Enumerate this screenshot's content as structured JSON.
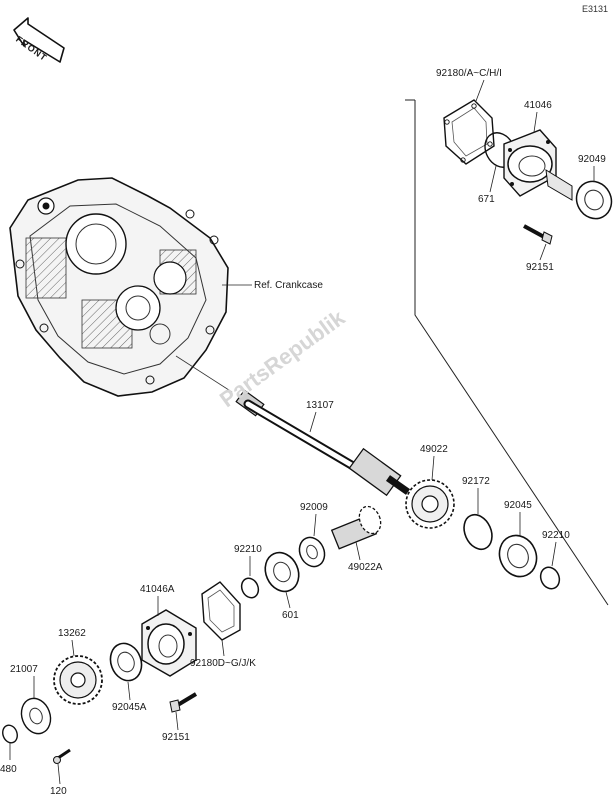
{
  "diagram_code": "E3131",
  "front_label": "FRONT",
  "ref_label": "Ref. Crankcase",
  "watermark": "PartsRepublik",
  "parts": {
    "p92180_ach": "92180/A~C/H/I",
    "p41046": "41046",
    "p92049": "92049",
    "p671": "671",
    "p92151_top": "92151",
    "p13107": "13107",
    "p49022": "49022",
    "p92009": "92009",
    "p92172": "92172",
    "p92045": "92045",
    "p92210_right": "92210",
    "p92210_left": "92210",
    "p601": "601",
    "p49022a": "49022A",
    "p41046a": "41046A",
    "p13262": "13262",
    "p21007": "21007",
    "p92180_dgjk": "92180D~G/J/K",
    "p92045a": "92045A",
    "p92151_bottom": "92151",
    "p480": "480",
    "p120": "120"
  }
}
